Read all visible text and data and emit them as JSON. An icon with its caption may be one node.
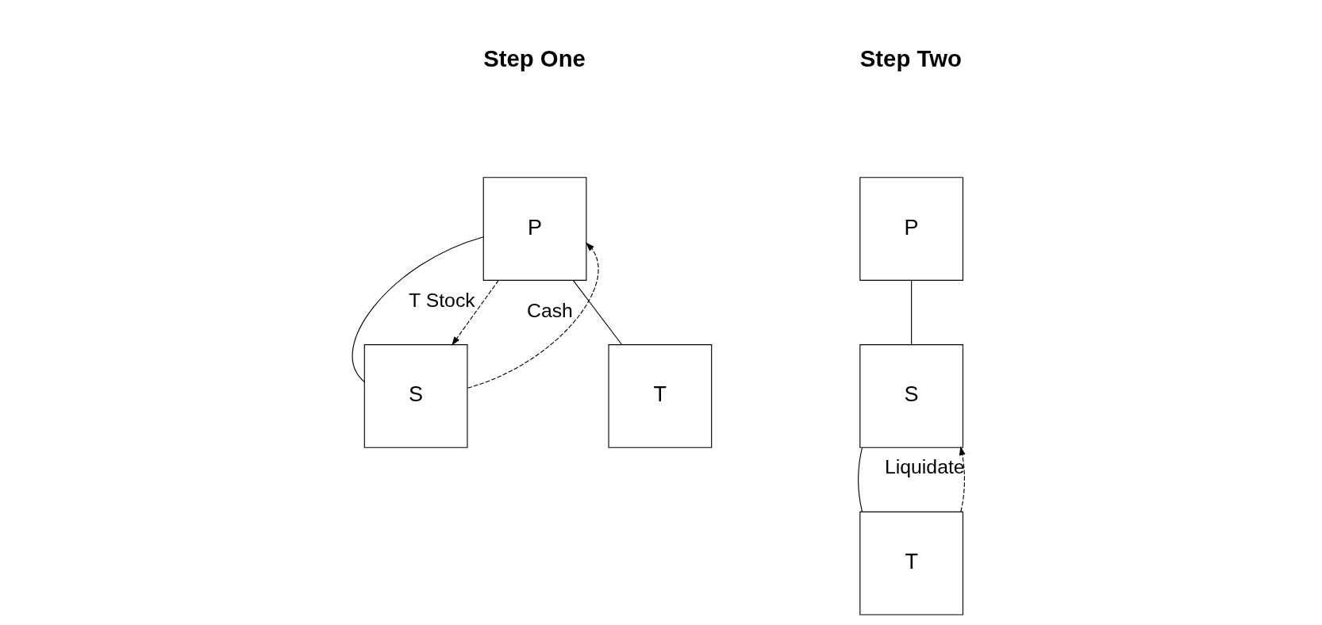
{
  "diagram": {
    "nodes": [
      {
        "text": [
          "P"
        ]
      },
      {
        "text": [
          "S"
        ]
      },
      {
        "text": [
          "T"
        ]
      },
      {
        "text": [
          "P"
        ]
      },
      {
        "text": [
          "S"
        ]
      },
      {
        "text": [
          "T"
        ]
      }
    ],
    "edges": [
      {
        "from": 0,
        "to": 1,
        "arrow": "none"
      },
      {
        "from": 0,
        "to": 2,
        "arrow": "none"
      },
      {
        "from": 0,
        "to": 1,
        "arrow": "to",
        "style": "dashed",
        "label": "T Stock"
      },
      {
        "from": 1,
        "to": 0,
        "arrow": "to",
        "style": "dashed",
        "label": "Cash"
      },
      {
        "from": 3,
        "to": 4,
        "arrow": "none"
      },
      {
        "from": 4,
        "to": 5,
        "arrow": "none"
      },
      {
        "from": 5,
        "to": 4,
        "arrow": "to",
        "style": "dashed",
        "label": "Liquidate"
      }
    ],
    "labels": [
      "Step One",
      "Step Two"
    ]
  }
}
